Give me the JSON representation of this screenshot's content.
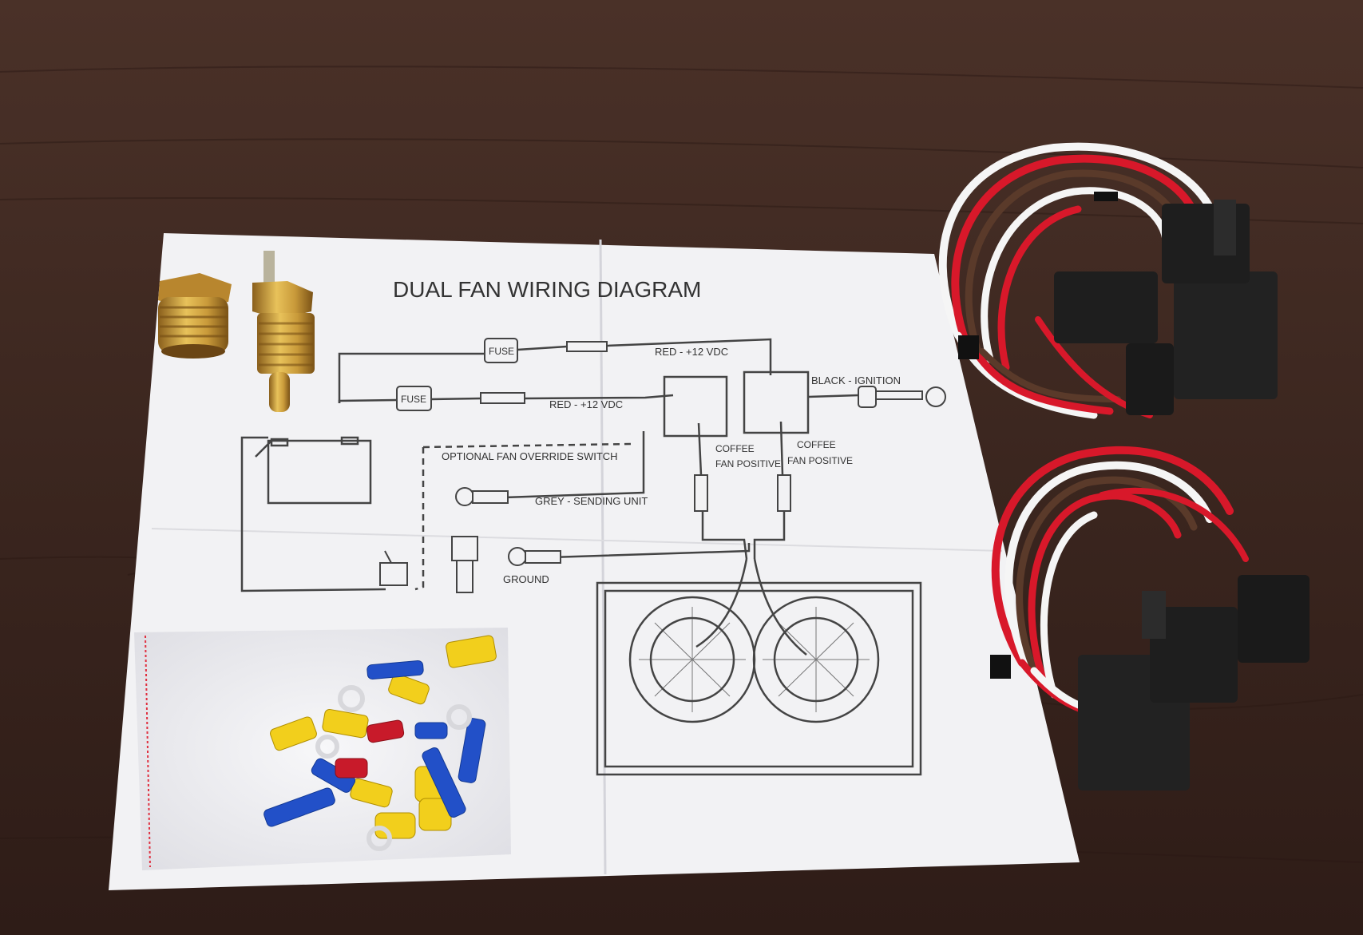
{
  "diagram": {
    "title": "DUAL FAN WIRING DIAGRAM",
    "fuse_1": "FUSE",
    "fuse_2": "FUSE",
    "red_wire_1": "RED - +12 VDC",
    "red_wire_2": "RED - +12 VDC",
    "black_ignition": "BLACK - IGNITION",
    "override_switch": "OPTIONAL FAN OVERRIDE SWITCH",
    "grey_sending": "GREY - SENDING UNIT",
    "ground": "GROUND",
    "coffee_1": "COFFEE",
    "fan_positive_1": "FAN POSITIVE",
    "coffee_2": "COFFEE",
    "fan_positive_2": "FAN POSITIVE"
  },
  "colors": {
    "table": "#3a2620",
    "paper": "#f2f2f4",
    "brass": "#c99a3a",
    "wire_red": "#d8182a",
    "wire_white": "#f5f5f5",
    "wire_brown": "#5a3a2a",
    "relay_black": "#222222",
    "terminal_yellow": "#f2cf1c",
    "terminal_blue": "#2250c8",
    "terminal_red": "#c81a2a"
  }
}
